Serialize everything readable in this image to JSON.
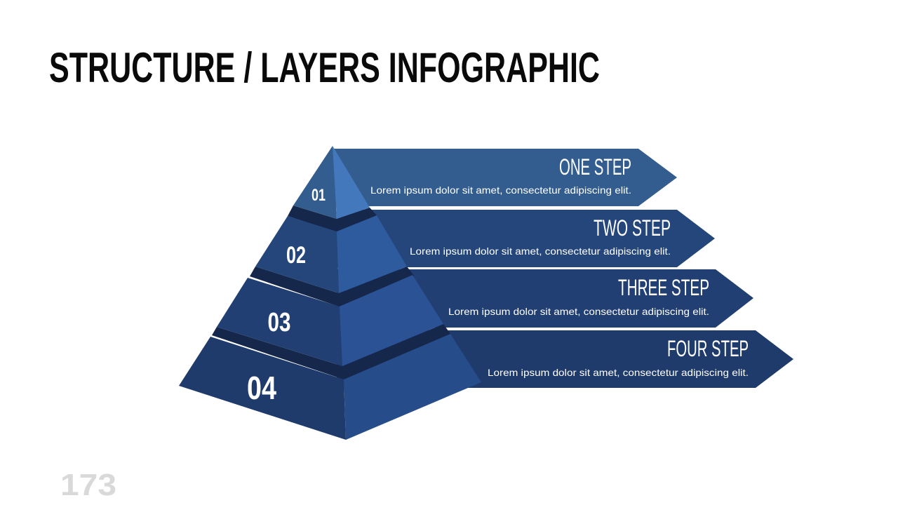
{
  "title": "STRUCTURE / LAYERS INFOGRAPHIC",
  "page_number": "173",
  "colors": {
    "banner1": "#335c8f",
    "banner2": "#24467a",
    "banner3": "#213f72",
    "banner4": "#1f3b6b",
    "dark_band": "#15274a"
  },
  "layers": [
    {
      "number": "01",
      "title": "ONE STEP",
      "description": "Lorem ipsum dolor sit amet, consectetur adipiscing elit."
    },
    {
      "number": "02",
      "title": "TWO STEP",
      "description": "Lorem ipsum dolor sit amet, consectetur adipiscing elit."
    },
    {
      "number": "03",
      "title": "THREE STEP",
      "description": "Lorem ipsum dolor sit amet, consectetur adipiscing elit."
    },
    {
      "number": "04",
      "title": "FOUR STEP",
      "description": "Lorem ipsum dolor sit amet, consectetur adipiscing elit."
    }
  ]
}
